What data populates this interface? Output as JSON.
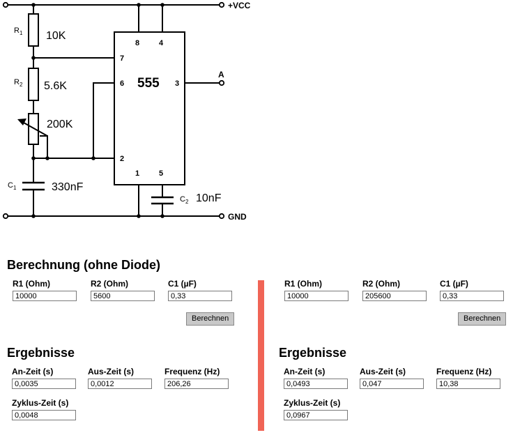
{
  "circuit": {
    "supply_label": "+VCC",
    "ground_label": "GND",
    "output_label": "A",
    "ic_label": "555",
    "pins": {
      "p8": "8",
      "p4": "4",
      "p7": "7",
      "p6": "6",
      "p3": "3",
      "p2": "2",
      "p1": "1",
      "p5": "5"
    },
    "components": {
      "r1": {
        "designator": "R",
        "sub": "1",
        "value": "10K"
      },
      "r2": {
        "designator": "R",
        "sub": "2",
        "value": "5.6K"
      },
      "pot": {
        "value": "200K"
      },
      "c1": {
        "designator": "C",
        "sub": "1",
        "value": "330nF"
      },
      "c2": {
        "designator": "C",
        "sub": "2",
        "value": "10nF"
      }
    }
  },
  "calc_left": {
    "title": "Berechnung (ohne Diode)",
    "r1_label": "R1 (Ohm)",
    "r1_value": "10000",
    "r2_label": "R2 (Ohm)",
    "r2_value": "5600",
    "c1_label": "C1 (µF)",
    "c1_value": "0,33",
    "button_label": "Berechnen",
    "results_title": "Ergebnisse",
    "on_label": "An-Zeit (s)",
    "on_value": "0,0035",
    "off_label": "Aus-Zeit (s)",
    "off_value": "0,0012",
    "freq_label": "Frequenz (Hz)",
    "freq_value": "206,26",
    "cycle_label": "Zyklus-Zeit (s)",
    "cycle_value": "0,0048"
  },
  "calc_right": {
    "r1_label": "R1 (Ohm)",
    "r1_value": "10000",
    "r2_label": "R2 (Ohm)",
    "r2_value": "205600",
    "c1_label": "C1 (µF)",
    "c1_value": "0,33",
    "button_label": "Berechnen",
    "results_title": "Ergebnisse",
    "on_label": "An-Zeit (s)",
    "on_value": "0,0493",
    "off_label": "Aus-Zeit (s)",
    "off_value": "0,047",
    "freq_label": "Frequenz (Hz)",
    "freq_value": "10,38",
    "cycle_label": "Zyklus-Zeit (s)",
    "cycle_value": "0,0967"
  },
  "colors": {
    "divider": "#f06456",
    "button_bg": "#c8c8c8"
  }
}
